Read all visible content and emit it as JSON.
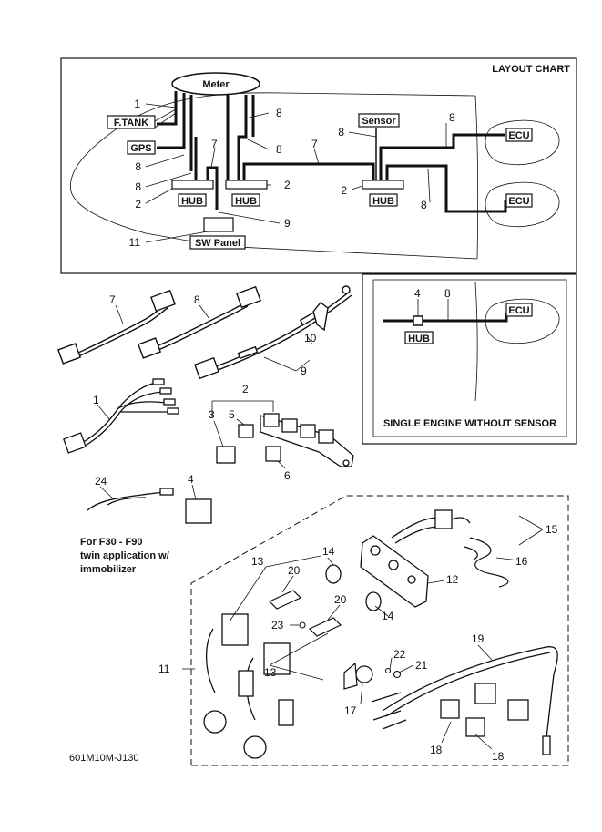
{
  "layout_chart": {
    "title": "LAYOUT CHART",
    "meter": "Meter",
    "ftank": "F.TANK",
    "gps": "GPS",
    "sensor": "Sensor",
    "hub": "HUB",
    "ecu": "ECU",
    "sw_panel": "SW Panel"
  },
  "single_engine": {
    "title": "SINGLE ENGINE WITHOUT SENSOR",
    "hub": "HUB",
    "ecu": "ECU"
  },
  "callouts": {
    "n1": "1",
    "n2": "2",
    "n3": "3",
    "n4": "4",
    "n5": "5",
    "n6": "6",
    "n7": "7",
    "n8": "8",
    "n9": "9",
    "n10": "10",
    "n11": "11",
    "n12": "12",
    "n13": "13",
    "n14": "14",
    "n15": "15",
    "n16": "16",
    "n17": "17",
    "n18": "18",
    "n19": "19",
    "n20": "20",
    "n21": "21",
    "n22": "22",
    "n23": "23",
    "n24": "24"
  },
  "note": {
    "line1": "For F30 - F90",
    "line2": "twin application w/",
    "line3": "immobilizer"
  },
  "drawing_code": "601M10M-J130"
}
